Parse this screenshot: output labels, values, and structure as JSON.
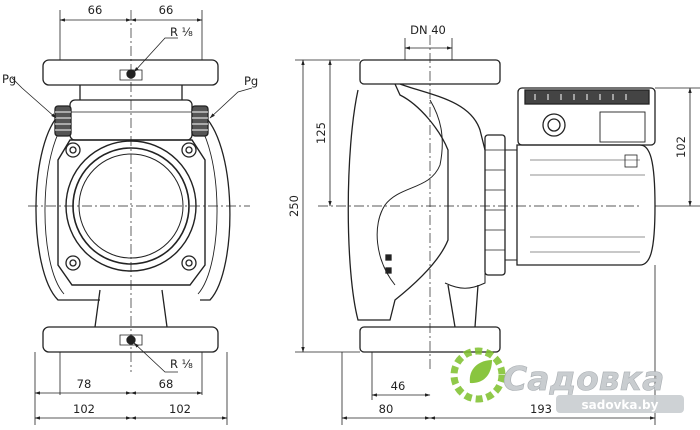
{
  "front_view": {
    "dim_top_left": "66",
    "dim_top_right": "66",
    "thread_top": "R ⅛",
    "thread_bottom": "R ⅛",
    "gauge_left": "Pg",
    "gauge_right": "Pg",
    "dim_bottom_inner_left": "78",
    "dim_bottom_inner_right": "68",
    "dim_bottom_outer_left": "102",
    "dim_bottom_outer_right": "102"
  },
  "side_view": {
    "nominal_diameter": "DN 40",
    "dim_height_total": "250",
    "dim_height_upper": "125",
    "dim_motor_height": "102",
    "dim_bottom_46": "46",
    "dim_bottom_80": "80",
    "dim_bottom_193": "193"
  },
  "watermark": {
    "brand": "Садовка",
    "site": "sadovka.by",
    "colors": {
      "brand_green": "#7cbf2a",
      "brand_text": "#c9cdd0"
    },
    "icon": "gear-leaf-icon"
  }
}
